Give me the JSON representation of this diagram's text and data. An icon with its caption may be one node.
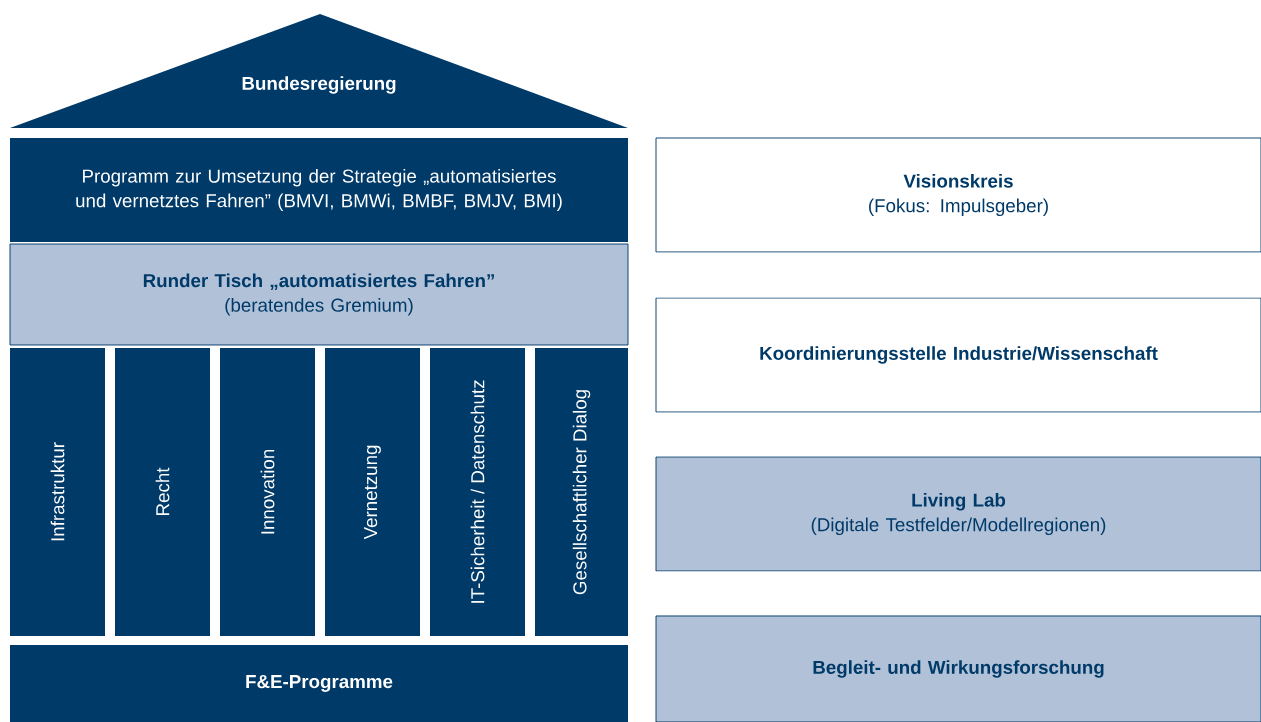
{
  "diagram": {
    "nodes": [
      {
        "text": [
          "Bundesregierung"
        ]
      },
      {
        "text": [
          "Programm zur Umsetzung der Strategie „automatisiertes und vernetztes Fahren” (BMVI, BMWi, BMBF, BMJV, BMI)"
        ]
      },
      {
        "text": [
          "Runder Tisch „automatisiertes Fahren”",
          "(beratendes Gremium)"
        ]
      },
      {
        "text": [
          "Infrastruktur"
        ]
      },
      {
        "text": [
          "Recht"
        ]
      },
      {
        "text": [
          "Innovation"
        ]
      },
      {
        "text": [
          "Vernetzung"
        ]
      },
      {
        "text": [
          "IT-Sicherheit / Datenschutz"
        ]
      },
      {
        "text": [
          "Gesellschaftlicher Dialog"
        ]
      },
      {
        "text": [
          "F&E-Programme"
        ]
      },
      {
        "text": [
          "Visionskreis",
          "(Fokus: Impulsgeber)"
        ]
      },
      {
        "text": [
          "Koordinierungsstelle Industrie/Wissenschaft"
        ]
      },
      {
        "text": [
          "Living Lab",
          "(Digitale Testfelder/Modellregionen)"
        ]
      },
      {
        "text": [
          "Begleit- und Wirkungsforschung"
        ]
      }
    ],
    "edges": []
  }
}
